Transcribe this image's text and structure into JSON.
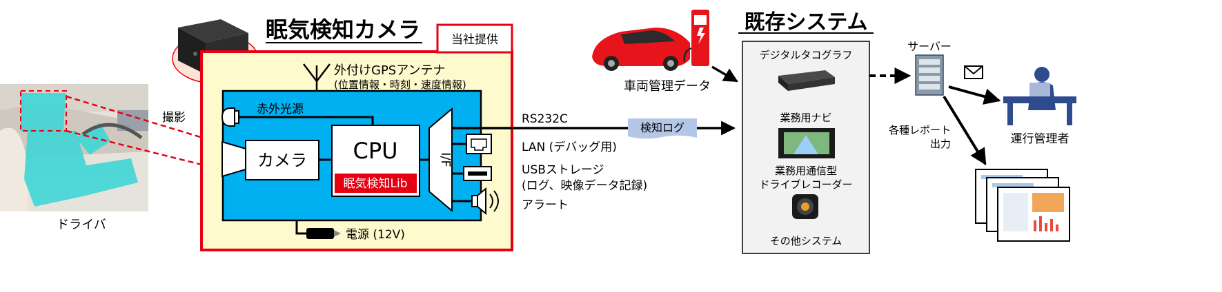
{
  "title": "眠気検知カメラ",
  "badge": "当社提供",
  "driver": {
    "label": "ドライバ",
    "shoot_label": "撮影"
  },
  "gps": {
    "label": "外付けGPSアンテナ",
    "sublabel": "(位置情報・時刻・速度情報)"
  },
  "camera_unit": {
    "ir_label": "赤外光源",
    "camera_label": "カメラ",
    "cpu_label": "CPU",
    "lib_label": "眠気検知Lib",
    "if_label": "I/F",
    "power_label": "電源 (12V)"
  },
  "interfaces": {
    "rs232c": "RS232C",
    "lan": "LAN (デバッグ用)",
    "usb_line1": "USBストレージ",
    "usb_line2": "(ログ、映像データ記録)",
    "alert": "アラート",
    "log_tag": "検知ログ"
  },
  "vehicle": {
    "label": "車両管理データ"
  },
  "existing": {
    "title": "既存システム",
    "items": [
      "デジタルタコグラフ",
      "業務用ナビ",
      "業務用通信型",
      "ドライブレコーダー",
      "その他システム"
    ]
  },
  "server": {
    "label": "サーバー"
  },
  "report": {
    "line1": "各種レポート",
    "line2": "出力"
  },
  "manager": {
    "label": "運行管理者"
  },
  "colors": {
    "red": "#e60012",
    "yellow_bg": "#fffacd",
    "cyan": "#00b0f0",
    "tag_bg": "#b4c7e7",
    "panel_bg": "#f2f2f2"
  }
}
